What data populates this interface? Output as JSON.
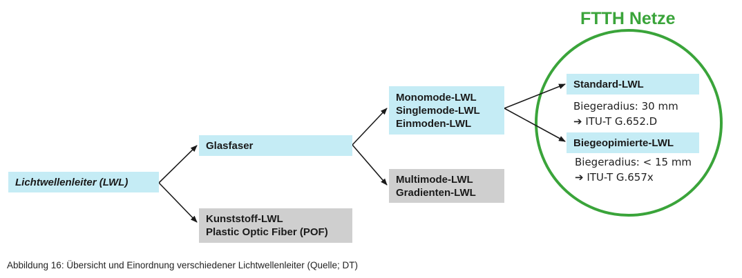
{
  "title": "FTTH Netze",
  "nodes": {
    "lwl": "Lichtwellenleiter (LWL)",
    "glasfaser": "Glasfaser",
    "kunststoff": [
      "Kunststoff-LWL",
      "Plastic Optic Fiber (POF)"
    ],
    "monomode": [
      "Monomode-LWL",
      "Singlemode-LWL",
      "Einmoden-LWL"
    ],
    "multimode": [
      "Multimode-LWL",
      "Gradienten-LWL"
    ],
    "standard": "Standard-LWL",
    "biege": "Biegeopimierte-LWL"
  },
  "notes": {
    "standard": [
      "Biegeradius: 30 mm",
      "➔ ITU-T G.652.D"
    ],
    "biege": [
      "Biegeradius: < 15 mm",
      "➔ ITU-T G.657x"
    ]
  },
  "caption": "Abbildung 16: Übersicht und Einordnung verschiedener Lichtwellenleiter (Quelle; DT)",
  "colors": {
    "blue_box": "#c5ecf5",
    "grey_box": "#cfcfcf",
    "circle": "#3aa43a",
    "arrow": "#1a1a1a"
  }
}
